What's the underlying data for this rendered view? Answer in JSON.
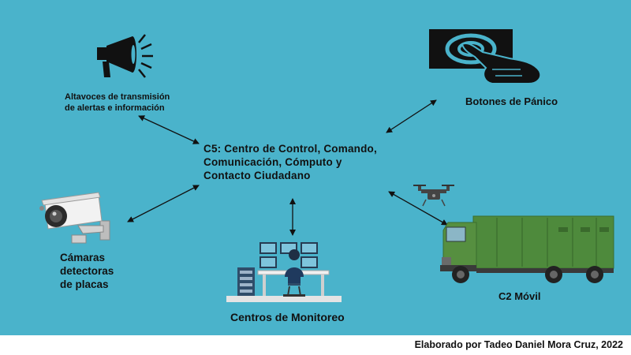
{
  "center": {
    "lines": [
      "C5: Centro de Control, Comando,",
      "Comunicación, Cómputo y",
      "Contacto Ciudadano"
    ]
  },
  "nodes": {
    "speaker": {
      "lines": [
        "Altavoces de transmisión",
        "de alertas e información"
      ],
      "icon": "megaphone-icon"
    },
    "panic": {
      "label": "Botones de Pánico",
      "icon": "panic-button-icon"
    },
    "camera": {
      "lines": [
        "Cámaras",
        "detectoras",
        "de placas"
      ],
      "icon": "security-camera-icon"
    },
    "monitor": {
      "label": "Centros de Monitoreo",
      "icon": "monitoring-center-icon"
    },
    "c2": {
      "label": "C2 Móvil",
      "icon": "mobile-command-truck-icon"
    },
    "drone": {
      "icon": "drone-icon"
    }
  },
  "credit": "Elaborado por Tadeo Daniel Mora Cruz, 2022",
  "colors": {
    "background": "#4ab3cb",
    "arrow": "#111111",
    "truck": "#4e8a3c"
  }
}
